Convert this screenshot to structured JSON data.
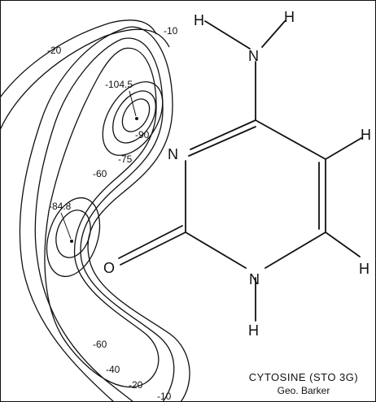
{
  "contours": {
    "labels": {
      "neg10_top": "-10",
      "neg20_top": "-20",
      "neg104_5": "-104.5",
      "neg90": "-90",
      "neg75": "-75",
      "neg60_top": "-60",
      "neg84_8": "-84.8",
      "neg60_bottom": "-60",
      "neg40": "-40",
      "neg20_bottom": "-20",
      "neg10_bottom": "-10"
    }
  },
  "molecule": {
    "atoms": {
      "h_amino_left": "H",
      "h_amino_right": "H",
      "n_amino": "N",
      "n_ring": "N",
      "h_c5": "H",
      "h_c6": "H",
      "o_carbonyl": "O",
      "n_h": "N",
      "h_n1": "H"
    }
  },
  "caption": {
    "title": "CYTOSINE (STO 3G)",
    "author": "Geo. Barker"
  },
  "colors": {
    "ink": "#111111",
    "background": "#ffffff"
  }
}
